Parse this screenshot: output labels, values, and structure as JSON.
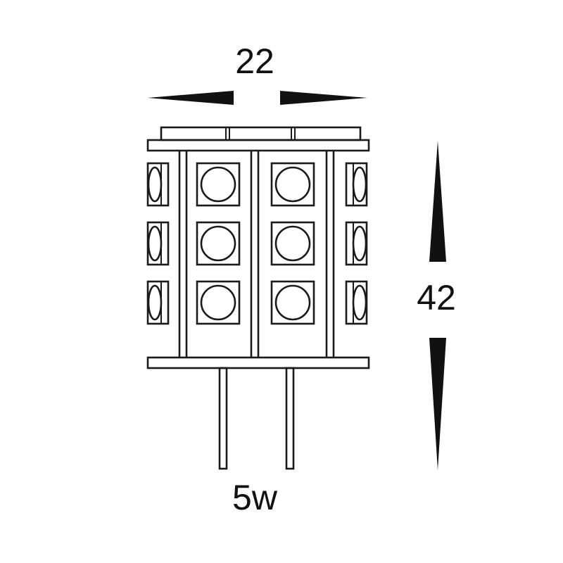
{
  "dimensions": {
    "width_label": "22",
    "height_label": "42",
    "power_label": "5w"
  },
  "colors": {
    "line": "#1a1a1a",
    "background": "#ffffff"
  },
  "led_grid": {
    "front_rows": 3,
    "front_columns": 2,
    "side_rows": 3
  }
}
